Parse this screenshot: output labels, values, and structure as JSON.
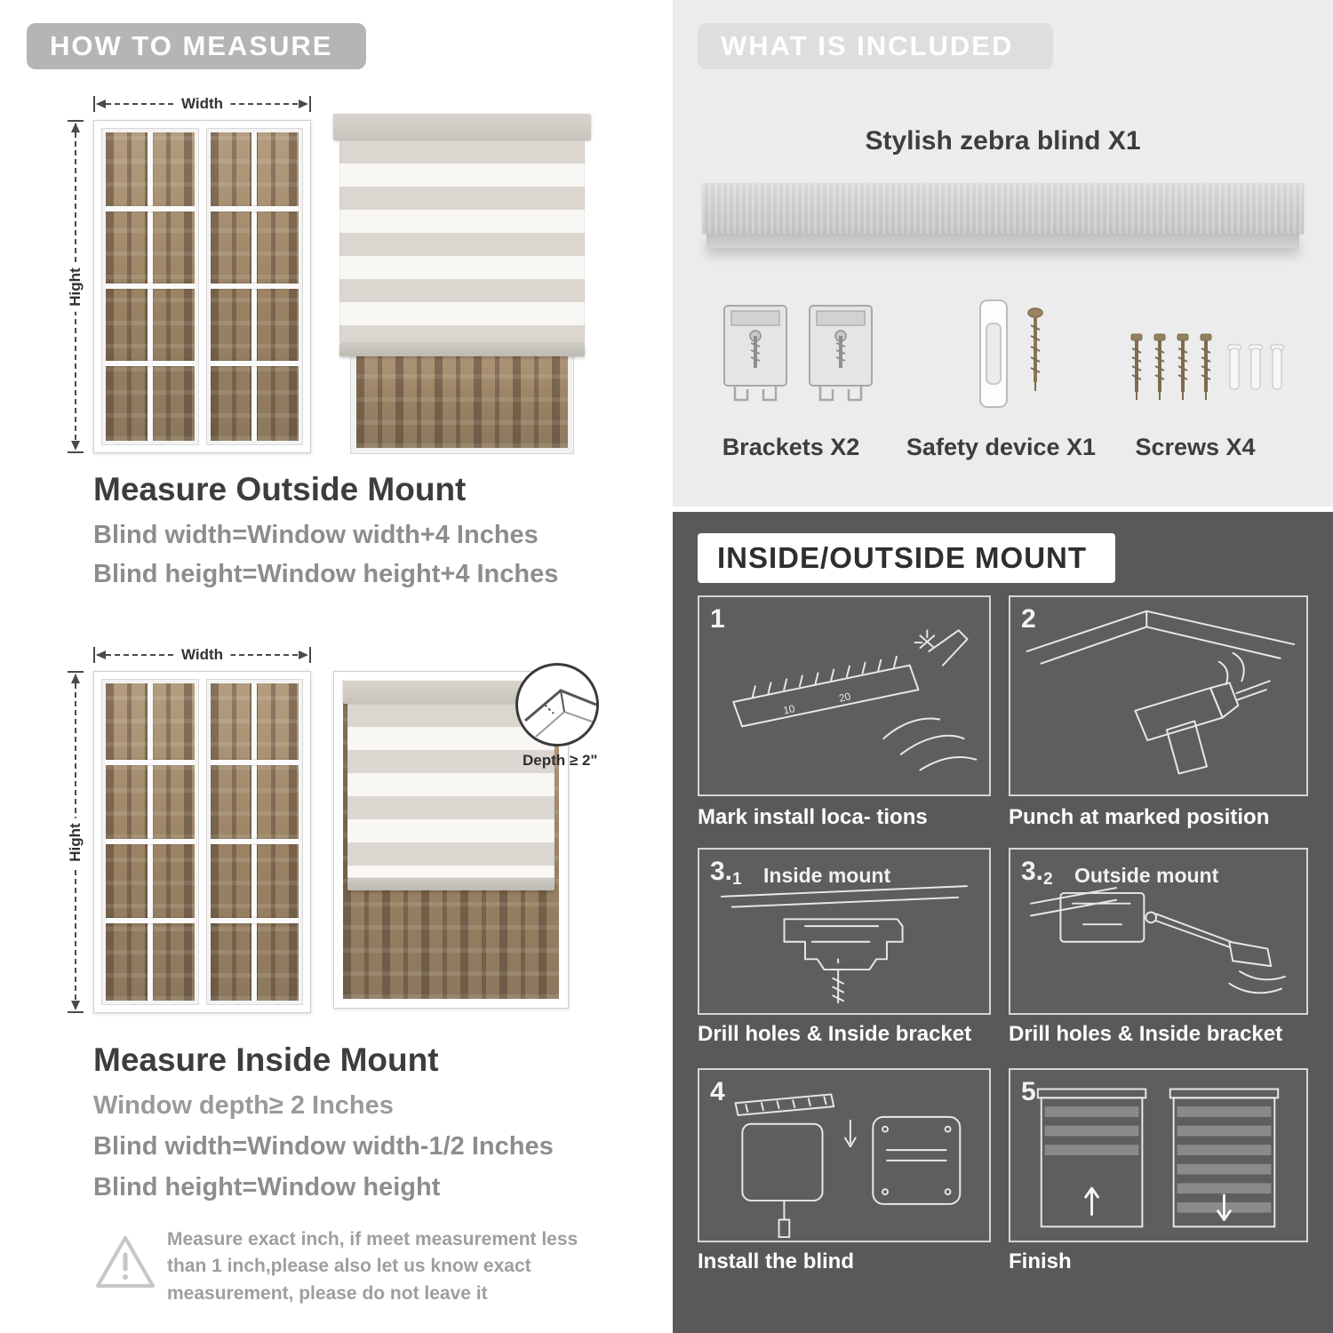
{
  "colors": {
    "light_panel": "#ececec",
    "dark_panel": "#59595b",
    "header_pill_gray": "#b5b5b5",
    "header_pill_light": "#dedede",
    "muted_text": "#8d8d8d",
    "dark_text": "#3d3d3d"
  },
  "measure": {
    "header": "HOW TO MEASURE",
    "outside": {
      "width_label": "Width",
      "height_label": "Hight",
      "title": "Measure Outside Mount",
      "rule1": "Blind width=Window width+4 Inches",
      "rule2": "Blind height=Window height+4 Inches"
    },
    "inside": {
      "width_label": "Width",
      "height_label": "Hight",
      "depth_label": "Depth ≥ 2\"",
      "title": "Measure Inside Mount",
      "rule1": "Window depth≥ 2 Inches",
      "rule2": "Blind width=Window width-1/2 Inches",
      "rule3": "Blind height=Window height"
    },
    "note": "Measure exact inch, if meet measurement less than 1 inch,please also let us know exact measurement, please do not leave it"
  },
  "included": {
    "header": "WHAT IS INCLUDED",
    "blind_label": "Stylish zebra blind X1",
    "items": [
      {
        "label": "Brackets X2",
        "icon": "brackets-icon"
      },
      {
        "label": "Safety device X1",
        "icon": "safety-device-icon"
      },
      {
        "label": "Screws X4",
        "icon": "screws-icon"
      }
    ]
  },
  "mount": {
    "header": "INSIDE/OUTSIDE MOUNT",
    "steps": [
      {
        "num": "1",
        "sub": "",
        "title": "",
        "caption": "Mark install loca- tions"
      },
      {
        "num": "2",
        "sub": "",
        "title": "",
        "caption": "Punch at  marked position"
      },
      {
        "num": "3.",
        "sub": "1",
        "title": "Inside mount",
        "caption": "Drill holes &  Inside bracket"
      },
      {
        "num": "3.",
        "sub": "2",
        "title": "Outside mount",
        "caption": "Drill holes &  Inside bracket"
      },
      {
        "num": "4",
        "sub": "",
        "title": "",
        "caption": "Install the blind"
      },
      {
        "num": "5",
        "sub": "",
        "title": "",
        "caption": "Finish"
      }
    ]
  }
}
